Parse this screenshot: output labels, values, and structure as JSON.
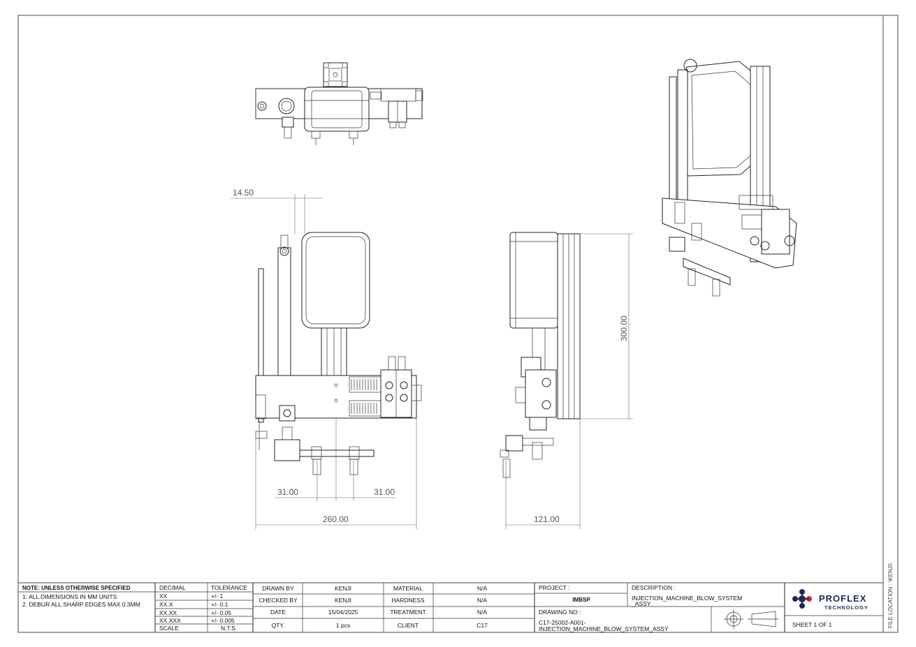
{
  "dimensions": {
    "d_14_50": "14.50",
    "d_300": "300.00",
    "d_31_left": "31.00",
    "d_31_right": "31.00",
    "d_260": "260.00",
    "d_121": "121.00"
  },
  "title_block": {
    "note_heading": "NOTE: UNLESS OTHERWISE SPECIFIED",
    "note_1": "1: ALL DIMENSIONS IN MM UNITS",
    "note_2": "2. DEBUR ALL SHARP EDGES MAX 0.3MM",
    "tolerance_header": [
      "DECIMAL",
      "TOLERANCE"
    ],
    "tolerance_rows": [
      {
        "decimal": "XX",
        "tolerance": "+/- 1"
      },
      {
        "decimal": "XX.X",
        "tolerance": "+/- 0.1"
      },
      {
        "decimal": "XX.XX",
        "tolerance": "+/- 0.05"
      },
      {
        "decimal": "XX.XXX",
        "tolerance": "+/- 0.005"
      },
      {
        "decimal": "SCALE",
        "tolerance": "N.T.S"
      }
    ],
    "info_rows": [
      {
        "label": "DRAWN BY",
        "value": "KENJI",
        "label2": "MATERIAL",
        "value2": "N/A"
      },
      {
        "label": "CHECKED BY",
        "value": "KENJI",
        "label2": "HARDNESS",
        "value2": "N/A"
      },
      {
        "label": "DATE",
        "value": "15/04/2025",
        "label2": "TREATMENT",
        "value2": "N/A"
      },
      {
        "label": "QTY.",
        "value": "1 pcs",
        "label2": "CLIENT",
        "value2": "C17"
      }
    ],
    "project_label": "PROJECT :",
    "project_value": "IMBSP",
    "description_label": "DESCRIPTION :",
    "description_line1": "INJECTION_MACHINE_BLOW_SYSTEM",
    "description_line2": "_ASSY",
    "drawing_no_label": "DRAWING NO :",
    "drawing_no_line1": "C17-25002-A001-",
    "drawing_no_line2": "INJECTION_MACHINE_BLOW_SYSTEM_ASSY",
    "sheet": "SHEET 1 OF 1",
    "logo_top": "PROFLEX",
    "logo_bottom": "TECHNOLOGY",
    "file_location": "FILE LOCATION : \\KENJI\\"
  },
  "colors": {
    "logo_navy": "#1f2a5a",
    "logo_red": "#d42a2a"
  }
}
